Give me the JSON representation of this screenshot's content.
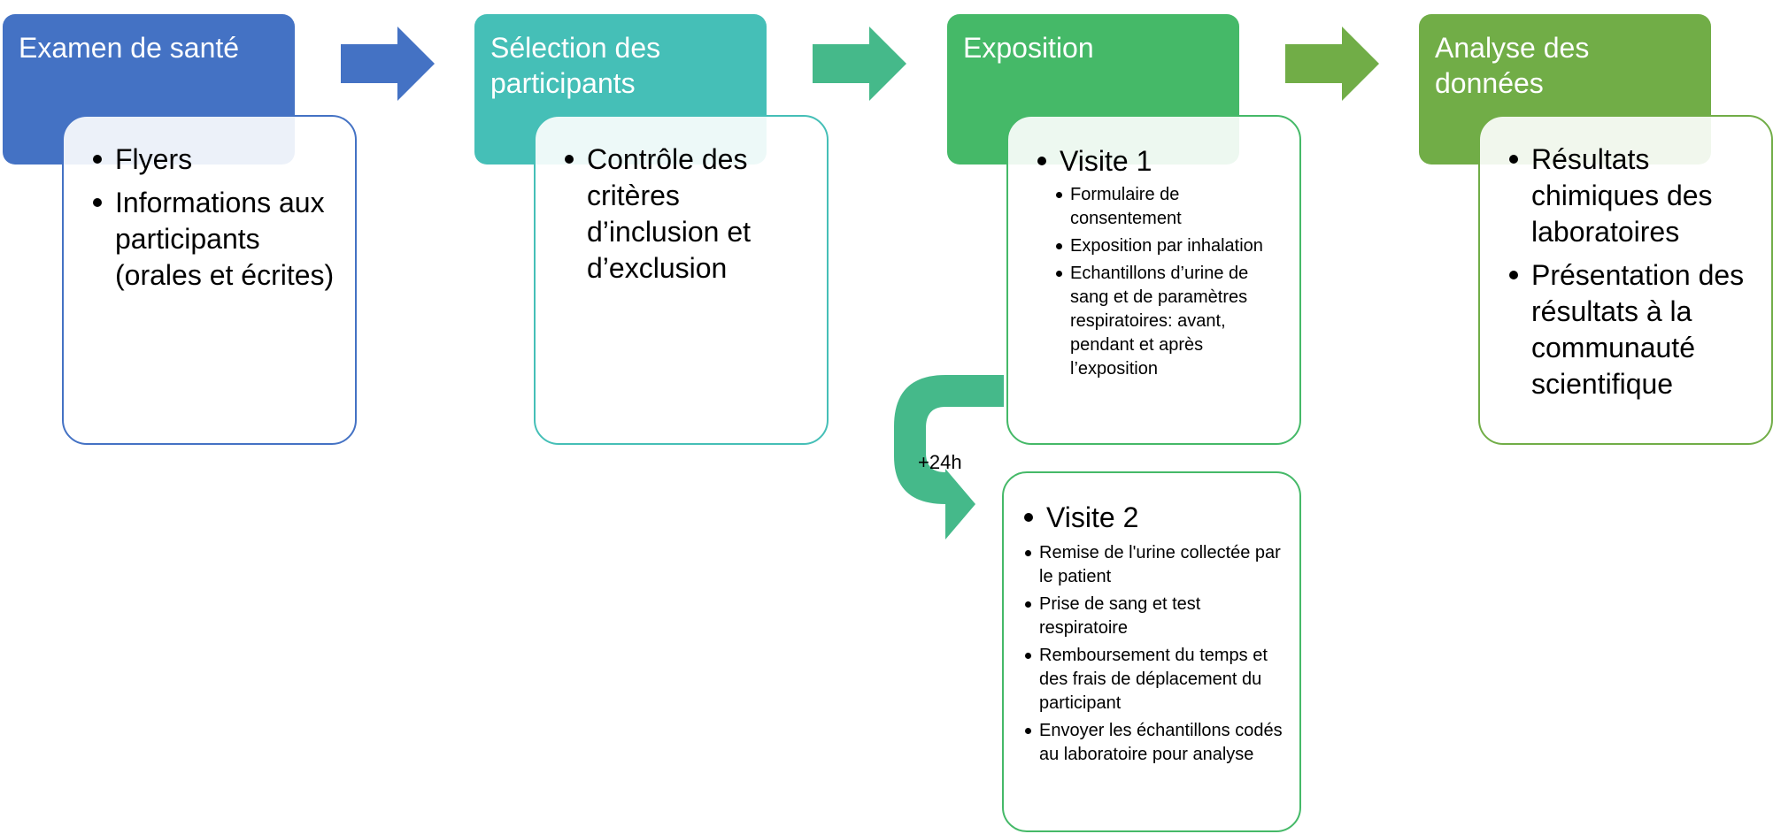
{
  "stage1": {
    "title": "Examen de santé",
    "items": [
      "Flyers",
      "Informations aux participants (orales et écrites)"
    ]
  },
  "stage2": {
    "title": "Sélection des participants",
    "items": [
      "Contrôle des critères d’inclusion et d’exclusion"
    ]
  },
  "stage3": {
    "title": "Exposition",
    "visit1": {
      "title": "Visite 1",
      "items": [
        "Formulaire de consentement",
        "Exposition par inhalation",
        "Echantillons d’urine de sang et de paramètres respiratoires: avant, pendant et après l’exposition"
      ]
    },
    "delay_label": "+24h",
    "visit2": {
      "title": "Visite 2",
      "items": [
        "Remise de l'urine collectée par le patient",
        "Prise de sang et test respiratoire",
        "Remboursement du temps et des frais de déplacement du participant",
        "Envoyer les échantillons codés au laboratoire pour analyse"
      ]
    }
  },
  "stage4": {
    "title": "Analyse des données",
    "items": [
      "Résultats chimiques des laboratoires",
      "Présentation des résultats à la communauté scientifique"
    ]
  },
  "colors": {
    "blue": "#4472c4",
    "teal": "#45bfb7",
    "green1": "#45b968",
    "green2": "#71ad47"
  }
}
